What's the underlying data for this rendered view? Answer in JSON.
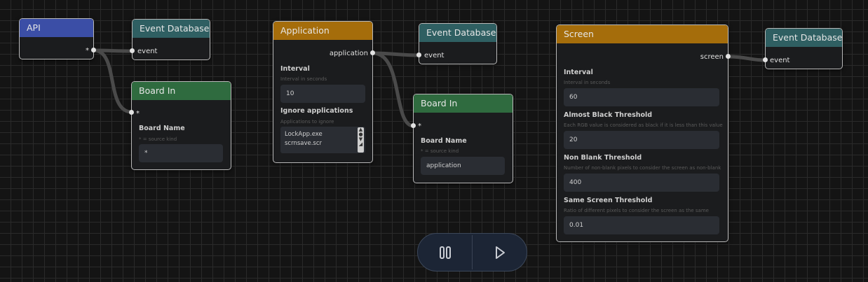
{
  "nodes": {
    "api": {
      "title": "API",
      "output": "*"
    },
    "db1": {
      "title": "Event Database",
      "input": "event"
    },
    "board1": {
      "title": "Board In",
      "input": "*",
      "field_label": "Board Name",
      "field_hint": "* = source kind",
      "field_value": "*"
    },
    "app": {
      "title": "Application",
      "output": "application",
      "interval_label": "Interval",
      "interval_hint": "Interval in seconds",
      "interval_value": "10",
      "ignore_label": "Ignore applications",
      "ignore_hint": "Applications to ignore",
      "ignore_lines": [
        "LockApp.exe",
        "scrnsave.scr"
      ]
    },
    "db2": {
      "title": "Event Database",
      "input": "event"
    },
    "board2": {
      "title": "Board In",
      "input": "*",
      "field_label": "Board Name",
      "field_hint": "* = source kind",
      "field_value": "application"
    },
    "screen": {
      "title": "Screen",
      "output": "screen",
      "interval_label": "Interval",
      "interval_hint": "Interval in seconds",
      "interval_value": "60",
      "black_label": "Almost Black Threshold",
      "black_hint": "Each RGB value is considered as black if it is less than this value",
      "black_value": "20",
      "nonblank_label": "Non Blank Threshold",
      "nonblank_hint": "Number of non-blank pixels to consider the screen as non-blank",
      "nonblank_value": "400",
      "same_label": "Same Screen Threshold",
      "same_hint": "Ratio of different pixels to consider the screen as the same",
      "same_value": "0.01"
    },
    "db3": {
      "title": "Event Database",
      "input": "event"
    }
  },
  "controls": {
    "pause_icon": "pause-icon",
    "play_icon": "play-icon"
  },
  "colors": {
    "api_header": "#3b4ea6",
    "database_header": "#2f5f62",
    "board_header": "#2f6b3f",
    "source_header": "#a56d0b",
    "background": "#141414"
  }
}
